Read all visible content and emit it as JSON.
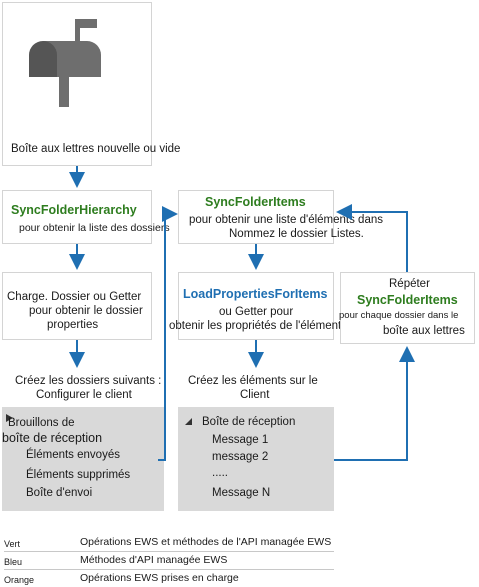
{
  "colors": {
    "green": "#2e7d1f",
    "blue": "#1f6fb2",
    "arrow": "#1f6fb2",
    "icon": "#6e6e6e"
  },
  "icon": "mailbox-icon",
  "start": {
    "label": "Boîte aux lettres nouvelle ou vide"
  },
  "sync_hierarchy": {
    "title": "SyncFolderHierarchy",
    "desc": "pour obtenir la liste des dossiers"
  },
  "load_folders": {
    "line1": "Charge. Dossier ou Getter",
    "line2": "pour obtenir le dossier",
    "line3": "properties"
  },
  "create_folders": {
    "line1": "Créez les dossiers suivants :",
    "line2": "Configurer le client"
  },
  "folder_list": {
    "root": "Brouillons de",
    "root2": "boîte de réception",
    "items": [
      "Éléments envoyés",
      "Éléments supprimés",
      "Boîte d'envoi"
    ]
  },
  "sync_items": {
    "title": "SyncFolderItems",
    "line1": "pour obtenir une liste d'éléments dans",
    "line2": "Nommez le dossier Listes."
  },
  "load_items": {
    "title": "LoadPropertiesForItems",
    "line1": "ou Getter pour",
    "line2": "obtenir les propriétés de l'élément"
  },
  "create_items": {
    "line1": "Créez les éléments sur le",
    "line2": "Client"
  },
  "item_list": {
    "root": "Boîte de réception",
    "items": [
      "Message 1",
      "message 2",
      ".....",
      "Message N"
    ]
  },
  "repeat": {
    "line1": "Répéter",
    "title": "SyncFolderItems",
    "line2": "pour chaque dossier dans le",
    "line3": "boîte aux lettres"
  },
  "legend": [
    {
      "key": "Vert",
      "value": "Opérations EWS et méthodes de l'API managée EWS"
    },
    {
      "key": "Bleu",
      "value": "Méthodes d'API managée EWS"
    },
    {
      "key": "Orange",
      "value": "Opérations EWS prises en charge"
    }
  ]
}
